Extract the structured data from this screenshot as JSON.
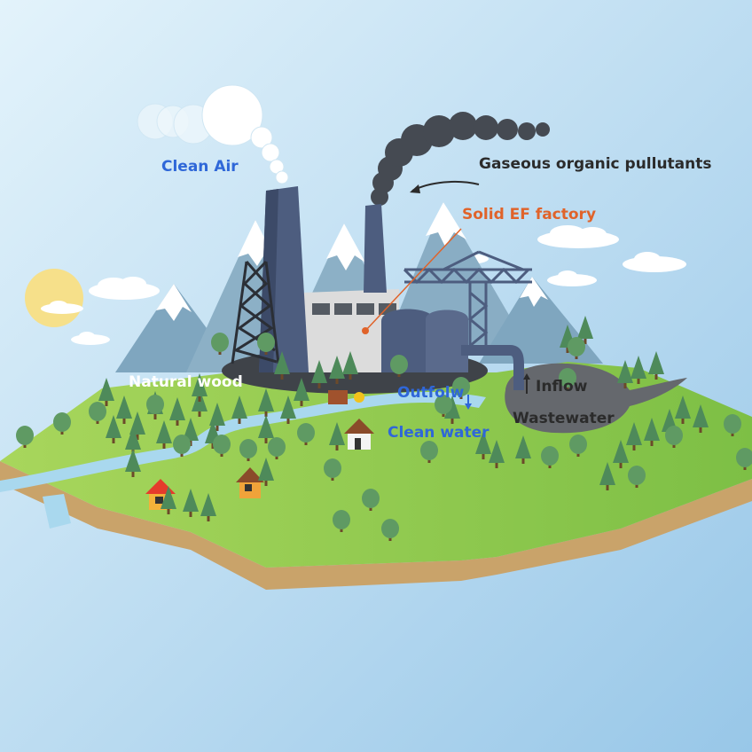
{
  "labels": {
    "clean_air": "Clean Air",
    "gaseous_pollutants": "Gaseous organic pullutants",
    "solid_ef_factory": "Solid EF factory",
    "natural_wood": "Natural wood",
    "outflow": "Outfolw",
    "inflow": "Inflow",
    "wastewater": "Wastewater",
    "clean_water": "Clean water"
  },
  "colors": {
    "sky_light": "#dceffa",
    "sky_dark": "#9fcbe9",
    "grass": "#8cc84b",
    "soil": "#c9a36a",
    "water": "#a9d8ee",
    "mountain": "#8fb2c8",
    "smoke": "#454a52",
    "chimney": "#4d5d7f",
    "wastewater": "#65686d",
    "label_blue": "#2f67d8",
    "label_orange": "#e0632a",
    "label_dark": "#2b2b2b",
    "label_white": "#ffffff"
  }
}
